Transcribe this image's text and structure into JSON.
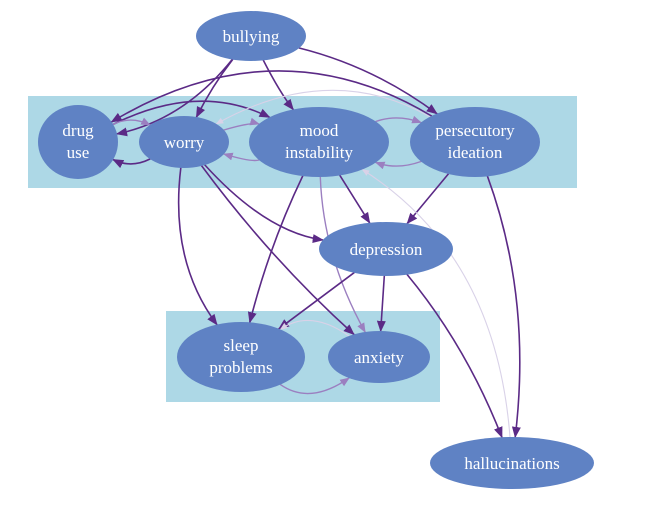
{
  "diagram": {
    "type": "directed-network",
    "colors": {
      "node_fill": "#5f82c4",
      "node_text": "#ffffff",
      "group_box": "#add8e6",
      "strong_edge": "#5b2a86",
      "medium_edge": "#9b7fc0",
      "faint_edge": "#d9d2e8"
    },
    "groups": [
      {
        "id": "group-top",
        "members": [
          "drug_use",
          "worry",
          "mood_instability",
          "persecutory_ideation"
        ]
      },
      {
        "id": "group-bottom",
        "members": [
          "sleep_problems",
          "anxiety"
        ]
      }
    ],
    "nodes": {
      "bullying": {
        "lines": [
          "bullying"
        ]
      },
      "drug_use": {
        "lines": [
          "drug",
          "use"
        ]
      },
      "worry": {
        "lines": [
          "worry"
        ]
      },
      "mood_instability": {
        "lines": [
          "mood",
          "instability"
        ]
      },
      "persecutory_ideation": {
        "lines": [
          "persecutory",
          "ideation"
        ]
      },
      "depression": {
        "lines": [
          "depression"
        ]
      },
      "sleep_problems": {
        "lines": [
          "sleep",
          "problems"
        ]
      },
      "anxiety": {
        "lines": [
          "anxiety"
        ]
      },
      "hallucinations": {
        "lines": [
          "hallucinations"
        ]
      }
    },
    "edges": [
      {
        "from": "bullying",
        "to": "drug_use",
        "strength": "strong"
      },
      {
        "from": "bullying",
        "to": "worry",
        "strength": "strong"
      },
      {
        "from": "bullying",
        "to": "mood_instability",
        "strength": "strong"
      },
      {
        "from": "bullying",
        "to": "persecutory_ideation",
        "strength": "strong"
      },
      {
        "from": "drug_use",
        "to": "mood_instability",
        "strength": "strong"
      },
      {
        "from": "persecutory_ideation",
        "to": "drug_use",
        "strength": "strong"
      },
      {
        "from": "drug_use",
        "to": "worry",
        "strength": "medium"
      },
      {
        "from": "worry",
        "to": "drug_use",
        "strength": "strong"
      },
      {
        "from": "worry",
        "to": "mood_instability",
        "strength": "medium"
      },
      {
        "from": "mood_instability",
        "to": "worry",
        "strength": "medium"
      },
      {
        "from": "mood_instability",
        "to": "persecutory_ideation",
        "strength": "medium"
      },
      {
        "from": "persecutory_ideation",
        "to": "mood_instability",
        "strength": "medium"
      },
      {
        "from": "persecutory_ideation",
        "to": "worry",
        "strength": "faint"
      },
      {
        "from": "worry",
        "to": "depression",
        "strength": "strong"
      },
      {
        "from": "mood_instability",
        "to": "depression",
        "strength": "strong"
      },
      {
        "from": "persecutory_ideation",
        "to": "depression",
        "strength": "strong"
      },
      {
        "from": "worry",
        "to": "sleep_problems",
        "strength": "strong"
      },
      {
        "from": "worry",
        "to": "anxiety",
        "strength": "strong"
      },
      {
        "from": "mood_instability",
        "to": "sleep_problems",
        "strength": "strong"
      },
      {
        "from": "mood_instability",
        "to": "anxiety",
        "strength": "medium"
      },
      {
        "from": "depression",
        "to": "sleep_problems",
        "strength": "strong"
      },
      {
        "from": "depression",
        "to": "anxiety",
        "strength": "strong"
      },
      {
        "from": "depression",
        "to": "hallucinations",
        "strength": "strong"
      },
      {
        "from": "persecutory_ideation",
        "to": "hallucinations",
        "strength": "strong"
      },
      {
        "from": "sleep_problems",
        "to": "anxiety",
        "strength": "medium"
      },
      {
        "from": "anxiety",
        "to": "sleep_problems",
        "strength": "faint"
      },
      {
        "from": "hallucinations",
        "to": "mood_instability",
        "strength": "faint"
      }
    ]
  }
}
